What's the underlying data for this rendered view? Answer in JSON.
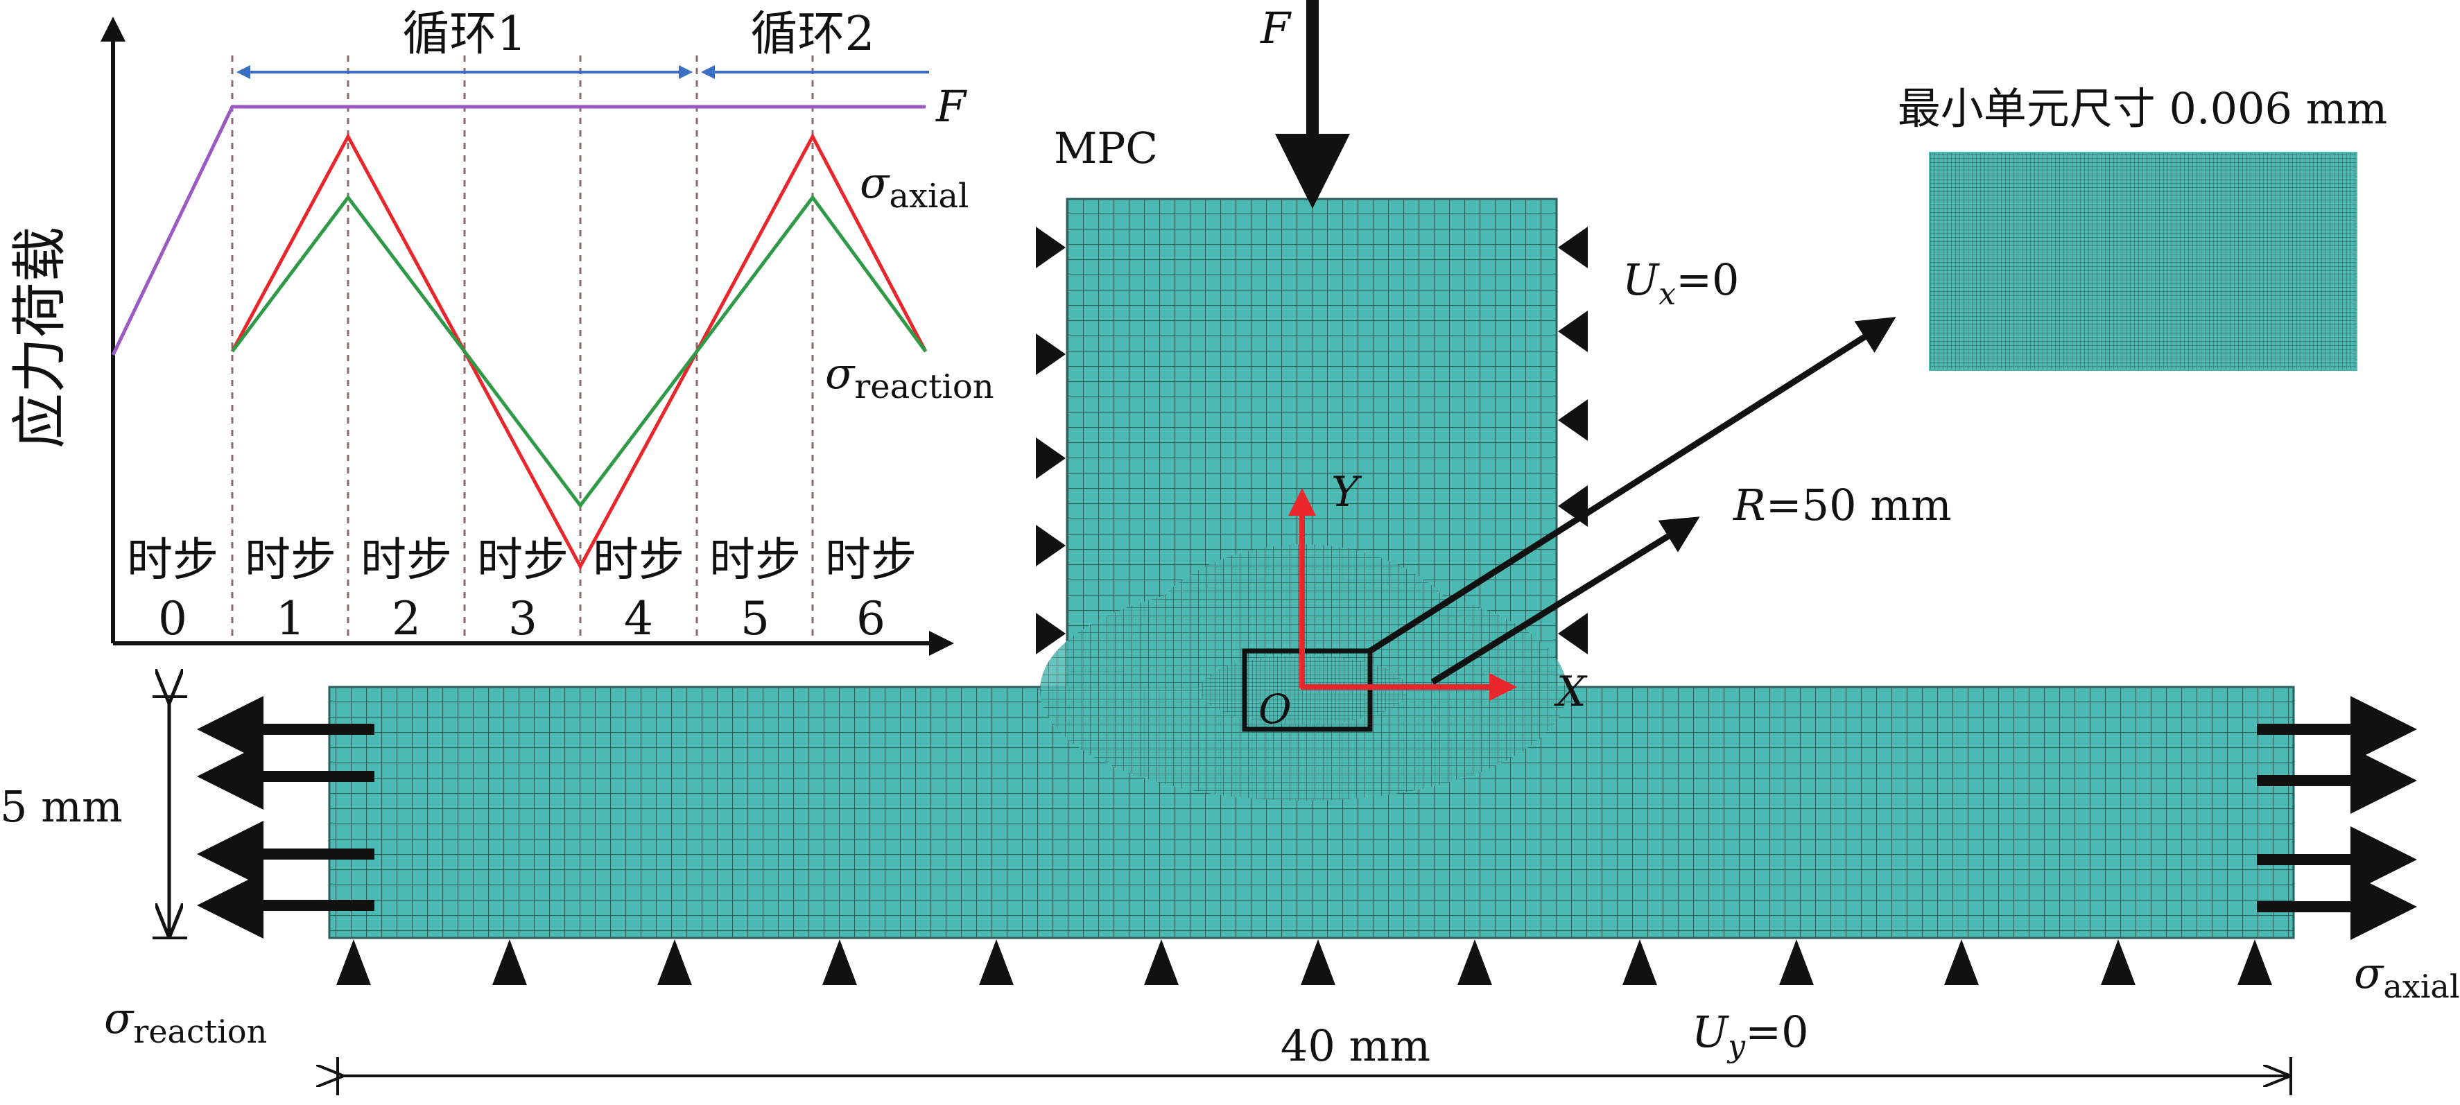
{
  "chart": {
    "y_label": "应力荷载",
    "cycles": [
      "循环1",
      "循环2"
    ],
    "step_word": "时步",
    "steps": [
      "0",
      "1",
      "2",
      "3",
      "4",
      "5",
      "6"
    ],
    "curve_labels": {
      "F": "F",
      "axial_sym": "σ",
      "axial_sub": "axial",
      "reaction_sym": "σ",
      "reaction_sub": "reaction"
    },
    "colors": {
      "F": "#9b59c4",
      "axial": "#e8262b",
      "reaction": "#2e9a48",
      "cycle": "#3a6fc4"
    },
    "curves": {
      "boundaries": [
        0,
        1,
        2,
        3,
        4,
        5,
        6
      ],
      "F": [
        0.55,
        1,
        1,
        1,
        1,
        1,
        1
      ],
      "axial": [
        null,
        0,
        0.6,
        0,
        -0.6,
        0,
        0.6,
        0
      ],
      "reaction": [
        null,
        0,
        0.43,
        0,
        -0.43,
        0,
        0.43,
        0
      ]
    }
  },
  "model": {
    "force_label": "F",
    "mpc_label": "MPC",
    "ux_label_main": "U",
    "ux_label_sub": "x",
    "ux_label_value": "=0",
    "uy_label_main": "U",
    "uy_label_sub": "y",
    "uy_label_value": "=0",
    "min_element_label": "最小单元尺寸  0.006 mm",
    "radius_label_main": "R",
    "radius_label_value": "=50 mm",
    "origin_label": "O",
    "x_axis_label": "X",
    "y_axis_label": "Y",
    "height_dim": "5 mm",
    "width_dim": "40 mm",
    "sigma_reaction_sym": "σ",
    "sigma_reaction_sub": "reaction",
    "sigma_axial_sym": "σ",
    "sigma_axial_sub": "axial",
    "colors": {
      "mesh_fill": "#4cbab2",
      "mesh_line": "#2b5f5c",
      "axis": "#e8262b"
    }
  }
}
